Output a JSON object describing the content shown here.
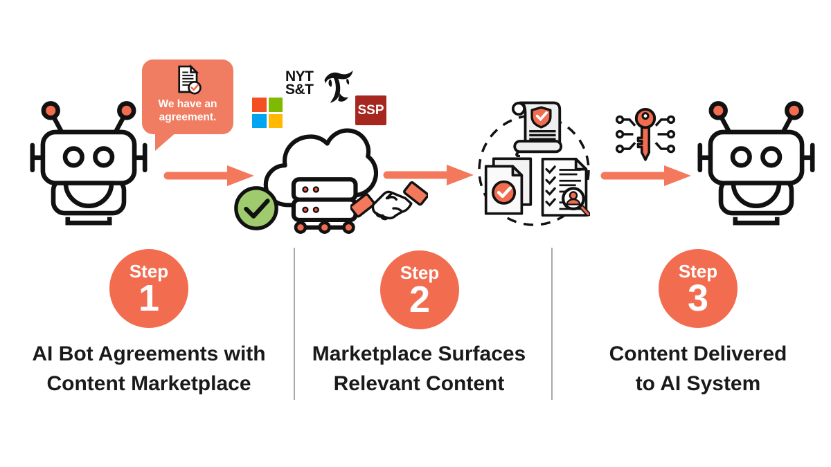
{
  "bubble": {
    "line1": "We have an",
    "line2": "agreement."
  },
  "logos": {
    "microsoft": "microsoft-logo",
    "nyt_st": {
      "line1": "NYT",
      "line2": "S&T"
    },
    "nyt_times": "new-york-times-t-logo",
    "ssp": "SSP"
  },
  "steps": [
    {
      "label": "Step",
      "number": "1",
      "caption": [
        "AI Bot Agreements with",
        "Content Marketplace"
      ]
    },
    {
      "label": "Step",
      "number": "2",
      "caption": [
        "Marketplace Surfaces",
        "Relevant Content"
      ]
    },
    {
      "label": "Step",
      "number": "3",
      "caption": [
        "Content Delivered",
        "to AI System"
      ]
    }
  ],
  "colors": {
    "accent": "#F26C4F",
    "arrow": "#F4795C",
    "bubble": "#F07C61",
    "green_check": "#9FCB6E",
    "ssp_red": "#A6271F",
    "ms_red": "#F25022",
    "ms_green": "#7FBA00",
    "ms_blue": "#00A4EF",
    "ms_yellow": "#FFB900",
    "outline": "#111111",
    "divider": "#A9A9A9"
  },
  "icons": {
    "left": [
      "robot-icon",
      "speech-bubble",
      "agreement-document-icon"
    ],
    "middle": [
      "cloud-server-icon",
      "network-nodes-icon",
      "green-check-icon",
      "handshake-icon"
    ],
    "right_group": [
      "dashed-circle",
      "license-scroll-icon",
      "approved-documents-icon",
      "checklist-review-icon"
    ],
    "delivery": [
      "digital-key-icon",
      "robot-icon"
    ]
  }
}
